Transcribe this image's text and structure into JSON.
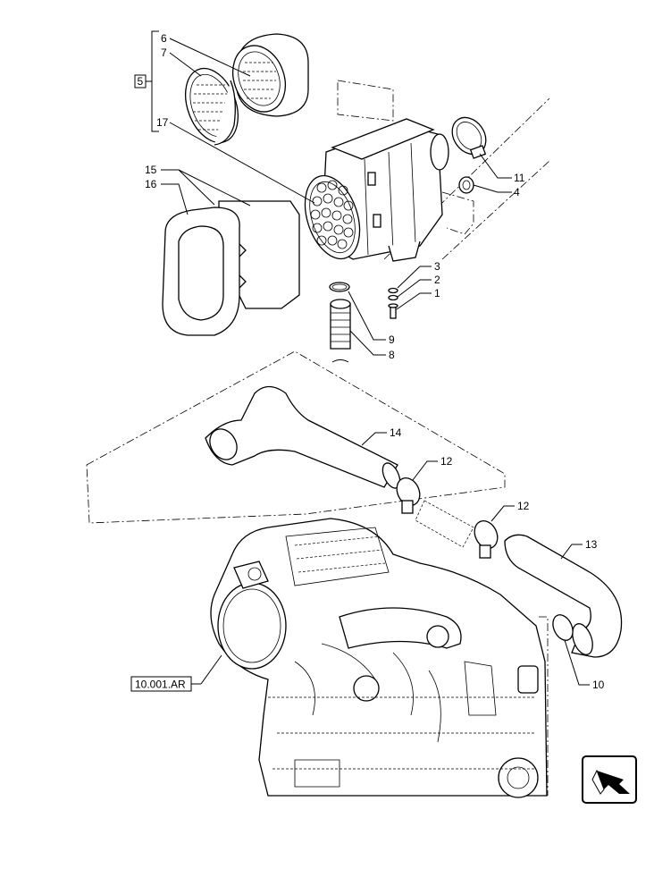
{
  "diagram": {
    "callouts": {
      "c1": "1",
      "c2": "2",
      "c3": "3",
      "c4": "4",
      "c5": "5",
      "c6": "6",
      "c7": "7",
      "c8": "8",
      "c9": "9",
      "c10": "10",
      "c11": "11",
      "c12a": "12",
      "c12b": "12",
      "c13": "13",
      "c14": "14",
      "c15": "15",
      "c16": "16",
      "c17": "17"
    },
    "reference": "10.001.AR"
  }
}
